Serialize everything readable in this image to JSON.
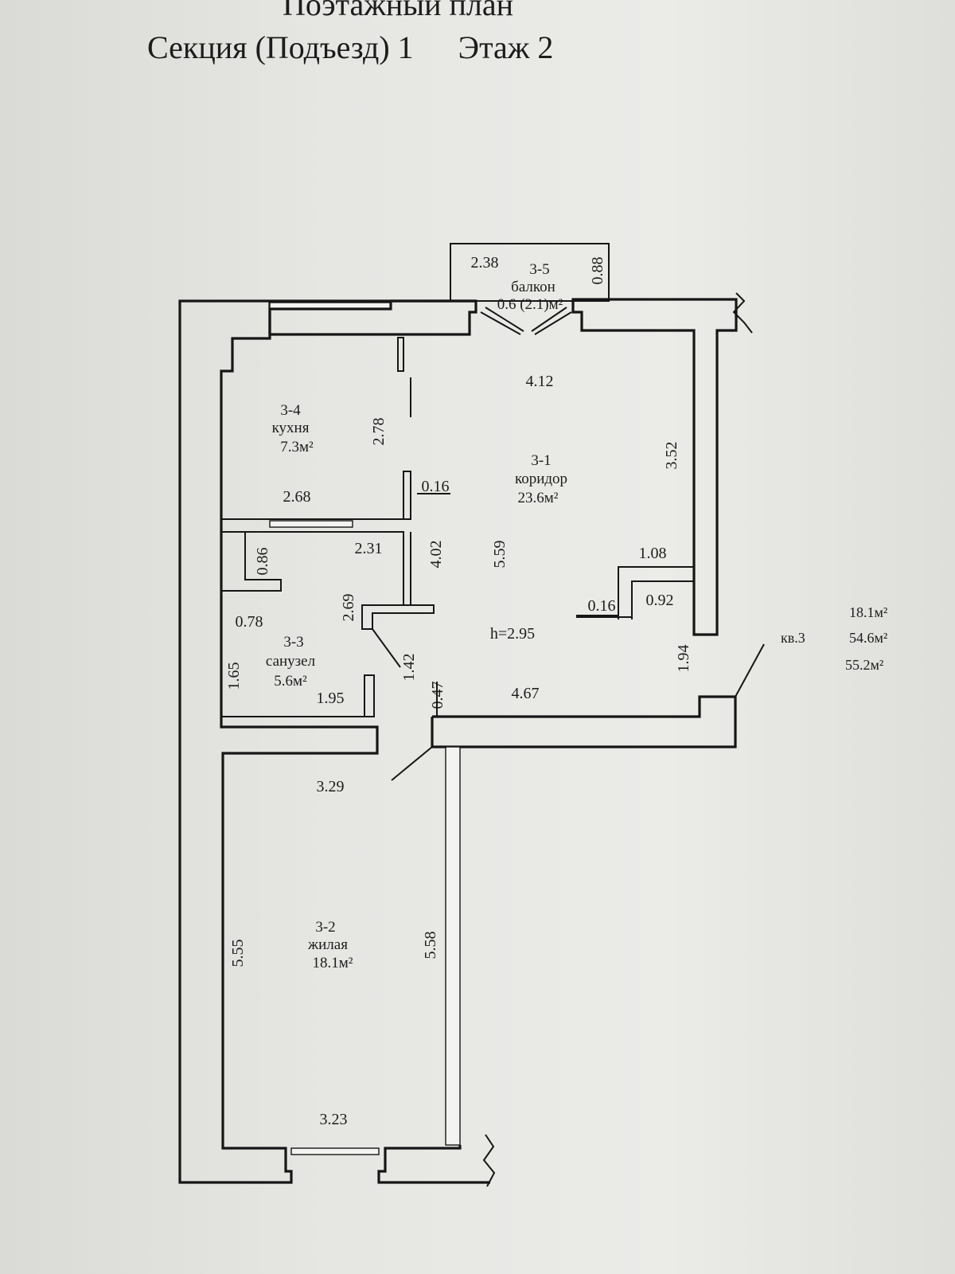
{
  "header": {
    "title": "Поэтажный план",
    "section": "Секция (Подъезд) 1",
    "floor": "Этаж 2"
  },
  "rooms": {
    "balcony": {
      "id": "3-5",
      "name": "балкон",
      "area": "0.6 (2.1)м²"
    },
    "kitchen": {
      "id": "3-4",
      "name": "кухня",
      "area": "7.3м²"
    },
    "corridor": {
      "id": "3-1",
      "name": "коридор",
      "area": "23.6м²"
    },
    "bathroom": {
      "id": "3-3",
      "name": "санузел",
      "area": "5.6м²"
    },
    "living": {
      "id": "3-2",
      "name": "жилая",
      "area": "18.1м²"
    }
  },
  "dimensions": {
    "balcony_w": "2.38",
    "balcony_d": "0.88",
    "corridor_top": "4.12",
    "kitchen_h": "2.78",
    "corridor_right": "3.52",
    "kitchen_w": "2.68",
    "wall_016_a": "0.16",
    "bath_w_top": "2.31",
    "bath_086": "0.86",
    "corr_402": "4.02",
    "corr_559": "5.59",
    "corr_108": "1.08",
    "wall_016_b": "0.16",
    "corr_092": "0.92",
    "bath_078": "0.78",
    "bath_269": "2.69",
    "ceiling": "h=2.95",
    "bath_165": "1.65",
    "bath_195": "1.95",
    "corr_142": "1.42",
    "corr_047": "0.47",
    "corr_467": "4.67",
    "corr_194": "1.94",
    "living_top": "3.29",
    "living_left": "5.55",
    "living_right": "5.58",
    "living_bottom": "3.23"
  },
  "apartment": {
    "label": "кв.3",
    "living_area": "18.1м²",
    "total_area": "54.6м²",
    "total_with_balcony": "55.2м²"
  }
}
